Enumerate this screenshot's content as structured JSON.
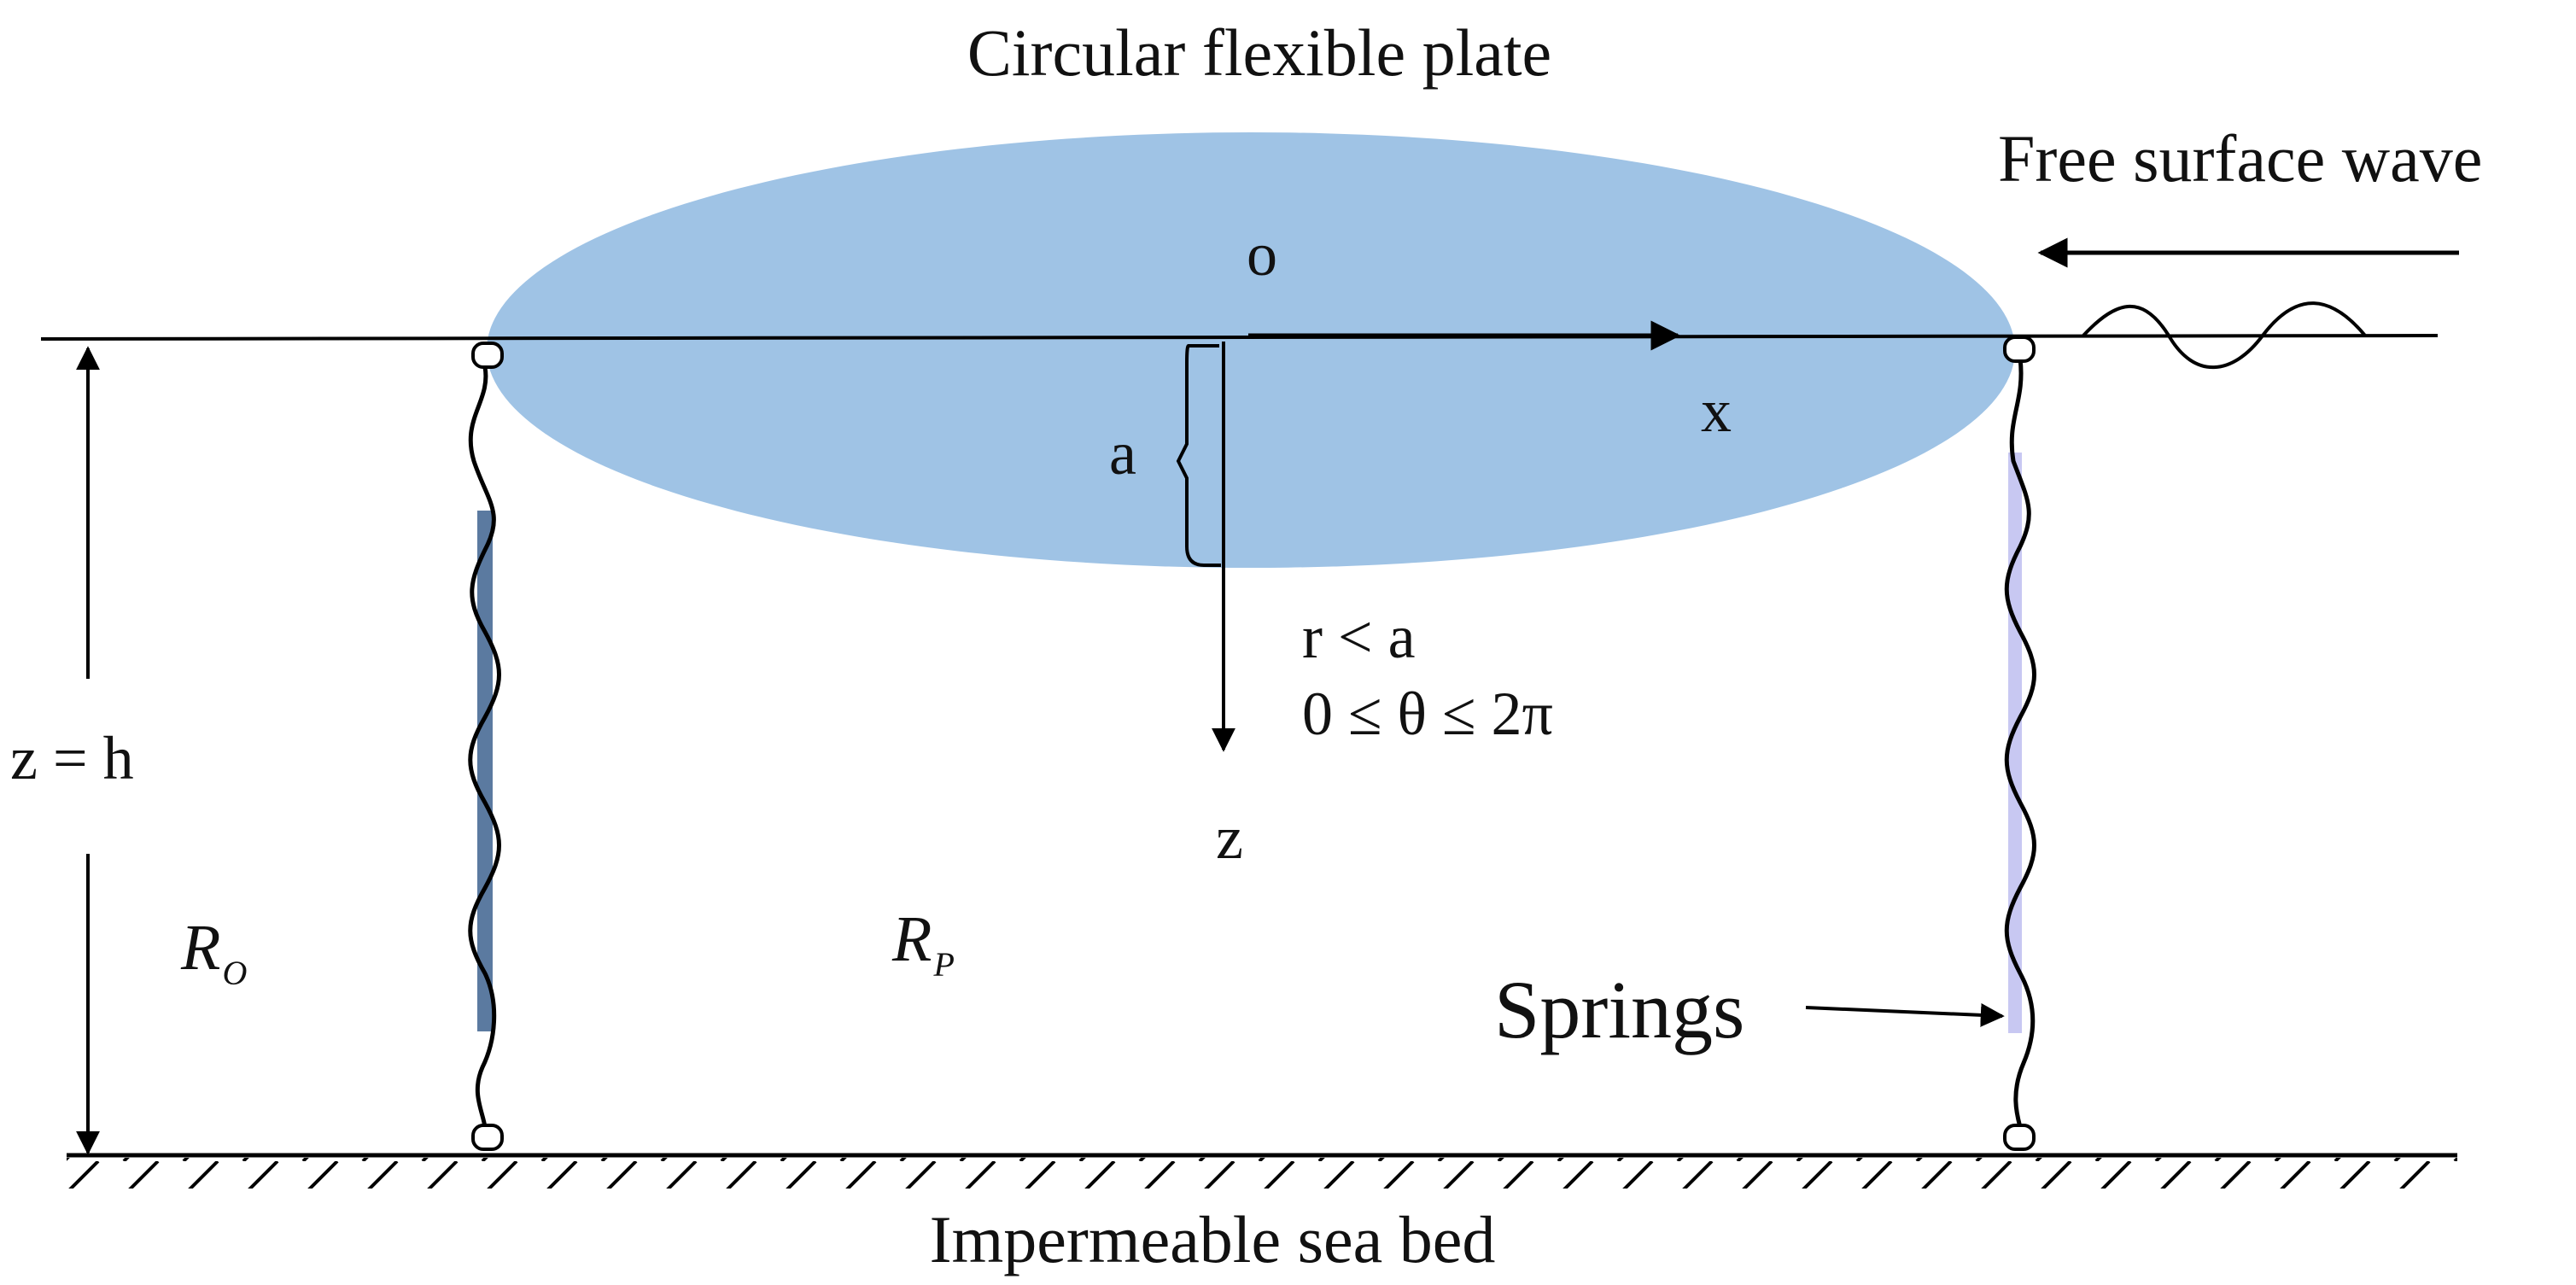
{
  "labels": {
    "plate": "Circular flexible plate",
    "wave": "Free surface wave",
    "origin": "o",
    "x_axis": "x",
    "z_axis": "z",
    "radius": "a",
    "depth": "z = h",
    "condition_r": "r < a",
    "condition_theta": "0 ≤ θ ≤ 2π",
    "region_outer": "R",
    "region_outer_sub": "O",
    "region_plate": "R",
    "region_plate_sub": "P",
    "springs": "Springs",
    "seabed": "Impermeable sea bed"
  },
  "colors": {
    "plate_fill": "#9fc3e5",
    "line": "#000000",
    "spring_shade_left": "#5b7aa0",
    "spring_shade_right": "#c8c8f2"
  }
}
